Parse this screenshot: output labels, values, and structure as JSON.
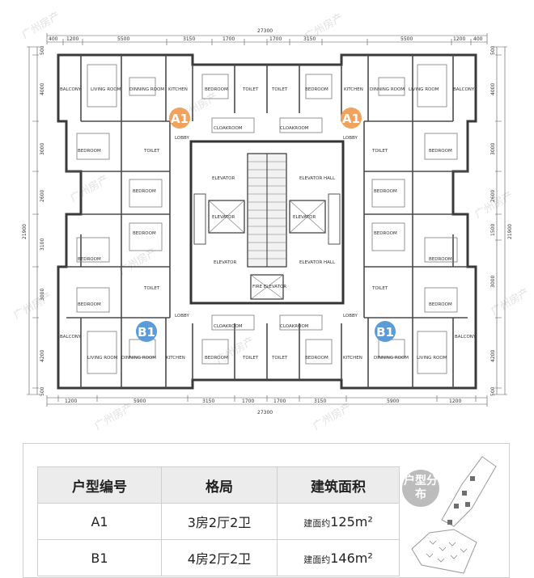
{
  "overall": {
    "width": "27300",
    "height": "21900"
  },
  "top_dims": [
    "400",
    "1200",
    "5500",
    "3150",
    "1700",
    "1700",
    "3150",
    "5500",
    "1200",
    "400"
  ],
  "bottom_dims": [
    "1200",
    "5900",
    "3150",
    "1700",
    "1700",
    "3150",
    "5900",
    "1200"
  ],
  "left_dims": [
    "500",
    "4000",
    "3000",
    "2600",
    "3100",
    "3000",
    "4200",
    "500"
  ],
  "right_dims": [
    "500",
    "4000",
    "3000",
    "2600",
    "1500",
    "3000",
    "4200",
    "500"
  ],
  "room_labels": {
    "balcony": "BALCONY",
    "living": "LIVING ROOM",
    "dining": "DINNING ROOM",
    "kitchen": "KITCHEN",
    "bedroom": "BEDROOM",
    "toilet": "TOILET",
    "cloakroom": "CLOAKROOM",
    "lobby": "LOBBY",
    "elevator": "ELEVATOR",
    "elevator_hall": "ELEVATOR HALL",
    "fire_elevator": "FIRE ELEVATOR"
  },
  "markers": {
    "a1": "A1",
    "b1": "B1"
  },
  "watermark": "广州房产",
  "table": {
    "headers": [
      "户型编号",
      "格局",
      "建筑面积"
    ],
    "rows": [
      {
        "code": "A1",
        "layout": "3房2厅2卫",
        "area_prefix": "建面约",
        "area": "125m²"
      },
      {
        "code": "B1",
        "layout": "4房2厅2卫",
        "area_prefix": "建面约",
        "area": "146m²"
      }
    ]
  },
  "distribution_badge": "户型分布",
  "colors": {
    "a1": "#f0a35e",
    "b1": "#5b9bd8",
    "wall": "#3a3a3a"
  }
}
